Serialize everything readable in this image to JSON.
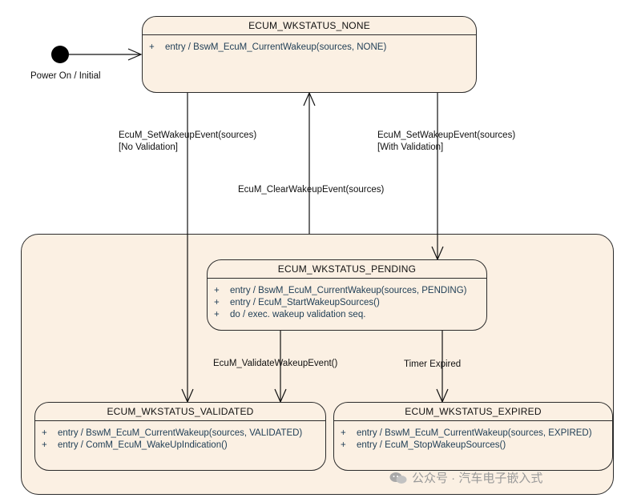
{
  "initial": {
    "label": "Power On / Initial"
  },
  "states": {
    "none": {
      "title": "ECUM_WKSTATUS_NONE",
      "actions": [
        "entry / BswM_EcuM_CurrentWakeup(sources, NONE)"
      ]
    },
    "pending": {
      "title": "ECUM_WKSTATUS_PENDING",
      "actions": [
        "entry / BswM_EcuM_CurrentWakeup(sources, PENDING)",
        "entry / EcuM_StartWakeupSources()",
        "do / exec. wakeup validation seq."
      ]
    },
    "validated": {
      "title": "ECUM_WKSTATUS_VALIDATED",
      "actions": [
        "entry / BswM_EcuM_CurrentWakeup(sources, VALIDATED)",
        "entry / ComM_EcuM_WakeUpIndication()"
      ]
    },
    "expired": {
      "title": "ECUM_WKSTATUS_EXPIRED",
      "actions": [
        "entry / BswM_EcuM_CurrentWakeup(sources, EXPIRED)",
        "entry / EcuM_StopWakeupSources()"
      ]
    }
  },
  "action_prefix": "+",
  "transitions": {
    "set_no_validation": {
      "event": "EcuM_SetWakeupEvent(sources)",
      "guard": "[No Validation]"
    },
    "set_with_validation": {
      "event": "EcuM_SetWakeupEvent(sources)",
      "guard": "[With Validation]"
    },
    "clear": {
      "event": "EcuM_ClearWakeupEvent(sources)"
    },
    "validate": {
      "event": "EcuM_ValidateWakeupEvent()"
    },
    "timer": {
      "event": "Timer Expired"
    }
  },
  "watermark": {
    "text": "公众号 · 汽车电子嵌入式"
  }
}
